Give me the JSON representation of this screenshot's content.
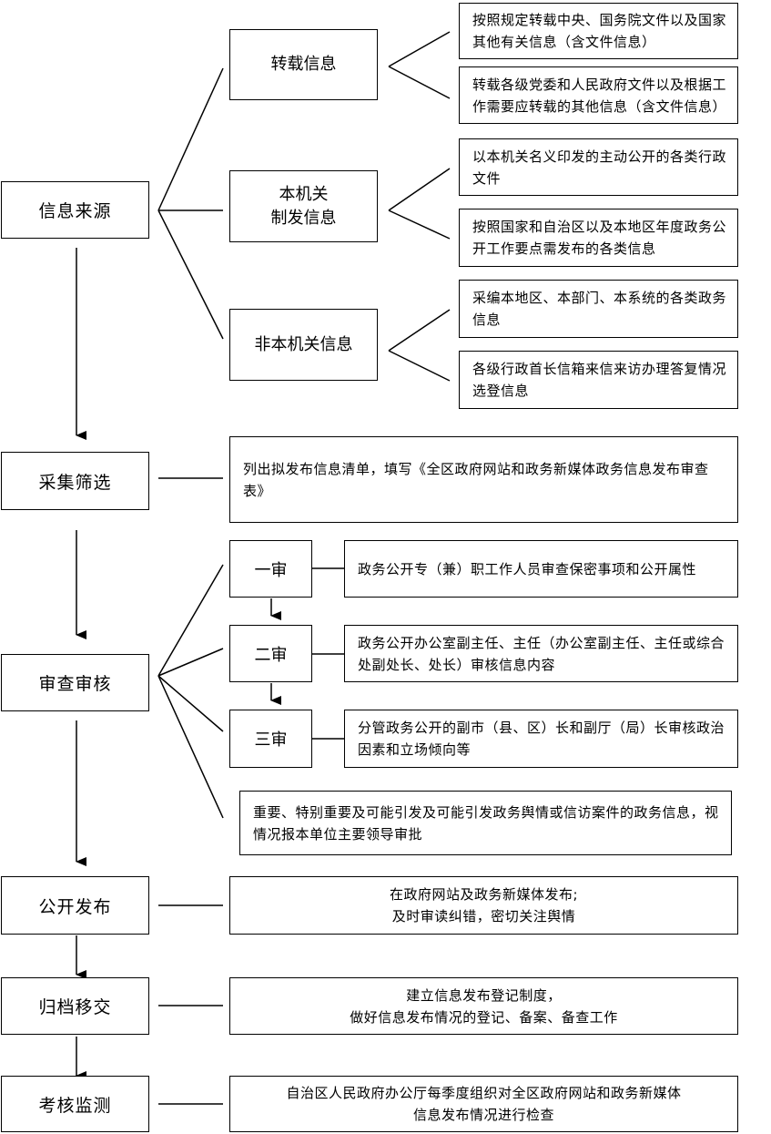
{
  "main_steps": {
    "source": "信息来源",
    "collect": "采集筛选",
    "review": "审查审核",
    "publish": "公开发布",
    "archive": "归档移交",
    "monitor": "考核监测"
  },
  "source_categories": {
    "reprint": "转载信息",
    "own": "本机关\n制发信息",
    "other": "非本机关信息"
  },
  "source_details": {
    "reprint_1": "按照规定转载中央、国务院文件以及国家其他有关信息（含文件信息）",
    "reprint_2": "转载各级党委和人民政府文件以及根据工作需要应转载的其他信息（含文件信息）",
    "own_1": "以本机关名义印发的主动公开的各类行政文件",
    "own_2": "按照国家和自治区以及本地区年度政务公开工作要点需发布的各类信息",
    "other_1": "采编本地区、本部门、本系统的各类政务信息",
    "other_2": "各级行政首长信箱来信来访办理答复情况选登信息"
  },
  "collect_detail": "列出拟发布信息清单，填写《全区政府网站和政务新媒体政务信息发布审查表》",
  "review_levels": {
    "first": "一审",
    "second": "二审",
    "third": "三审"
  },
  "review_details": {
    "first": "政务公开专（兼）职工作人员审查保密事项和公开属性",
    "second": "政务公开办公室副主任、主任（办公室副主任、主任或综合处副处长、处长）审核信息内容",
    "third": "分管政务公开的副市（县、区）长和副厅（局）长审核政治因素和立场倾向等",
    "special": "重要、特别重要及可能引发及可能引发政务舆情或信访案件的政务信息，视情况报本单位主要领导审批"
  },
  "publish_detail": "在政府网站及政务新媒体发布;\n及时审读纠错，密切关注舆情",
  "archive_detail": "建立信息发布登记制度，\n做好信息发布情况的登记、备案、备查工作",
  "monitor_detail": "自治区人民政府办公厅每季度组织对全区政府网站和政务新媒体\n信息发布情况进行检查"
}
